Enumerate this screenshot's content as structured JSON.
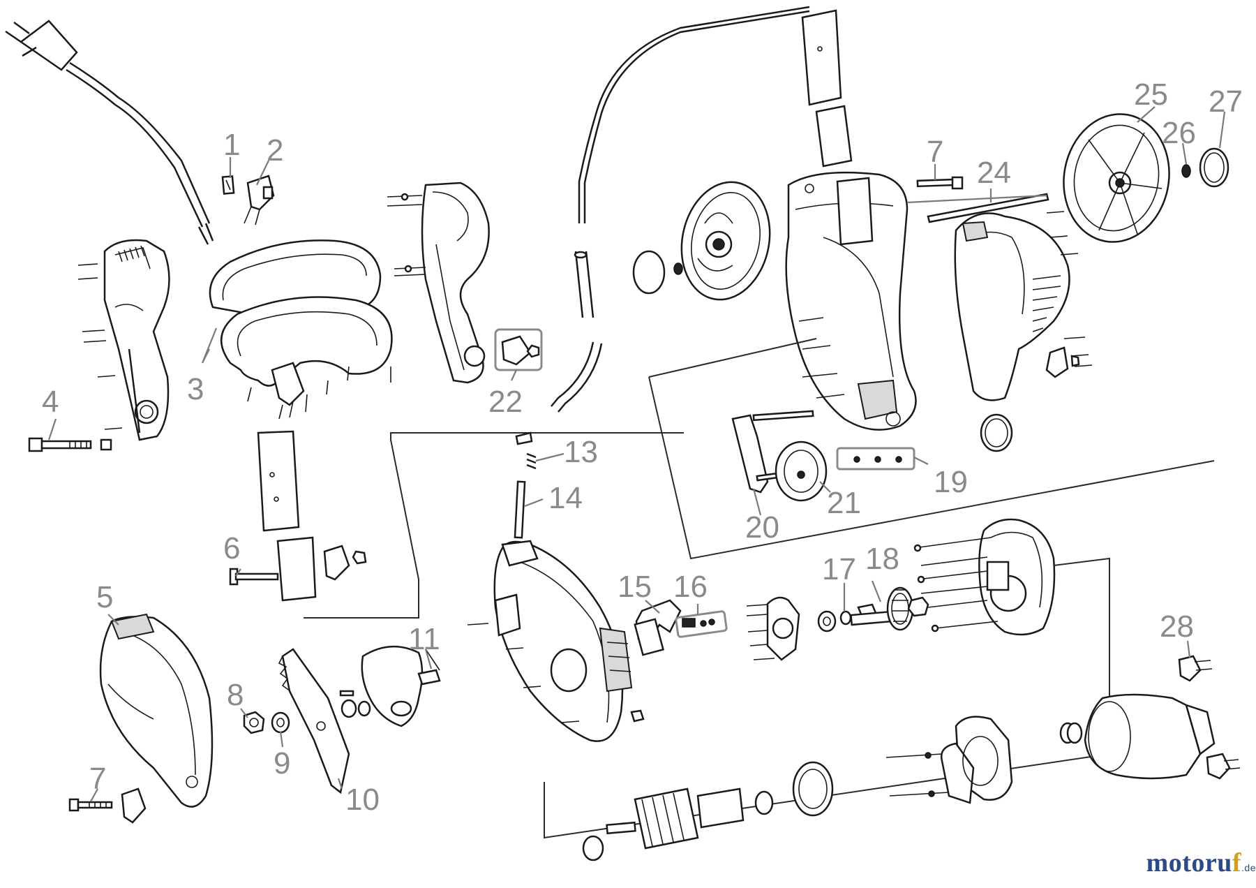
{
  "labels": {
    "p1": "1",
    "p2": "2",
    "p3": "3",
    "p4": "4",
    "p5": "5",
    "p6": "6",
    "p7a": "7",
    "p7b": "7",
    "p8": "8",
    "p9": "9",
    "p10": "10",
    "p11": "11",
    "p13": "13",
    "p14": "14",
    "p15": "15",
    "p16": "16",
    "p17": "17",
    "p18": "18",
    "p19": "19",
    "p20": "20",
    "p21": "21",
    "p22": "22",
    "p24": "24",
    "p25": "25",
    "p26": "26",
    "p27": "27",
    "p28": "28"
  },
  "watermark": {
    "main": "motoru",
    "accent": "f",
    "suffix": ".de"
  },
  "colors": {
    "label": "#8a8a8a",
    "line": "#1a1a1a",
    "watermark_main": "#2a4a8a",
    "watermark_accent": "#d4a017"
  }
}
